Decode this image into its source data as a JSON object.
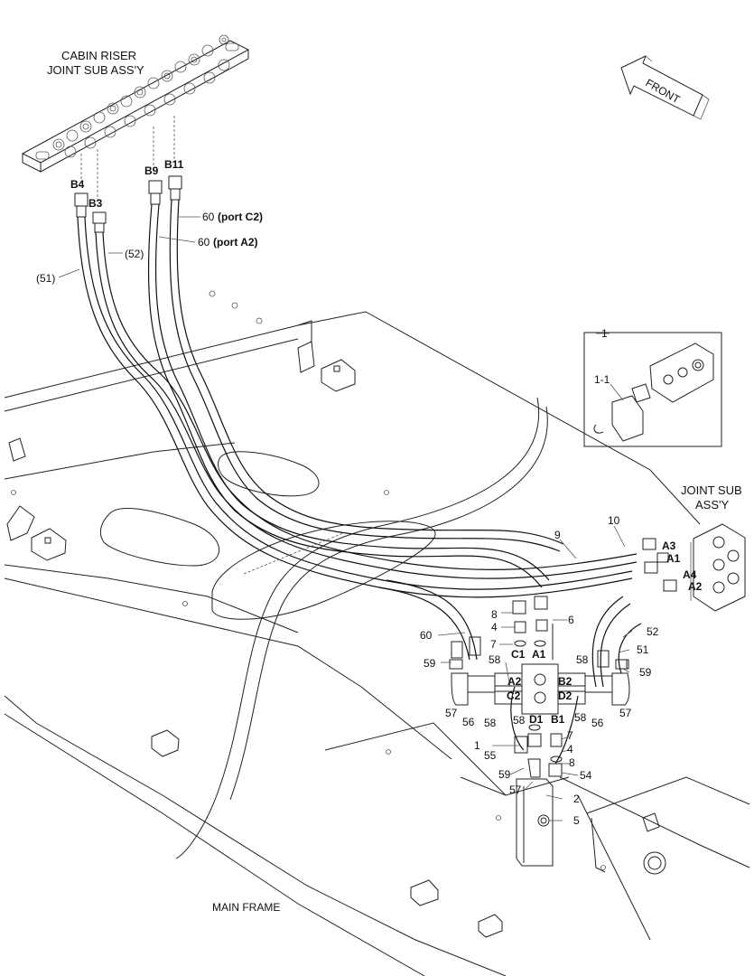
{
  "labels": {
    "cabin_riser": [
      "CABIN RISER",
      "JOINT SUB ASS'Y"
    ],
    "front": "FRONT",
    "main_frame": "MAIN FRAME",
    "joint_sub": [
      "JOINT SUB",
      "ASS'Y"
    ],
    "b4": "B4",
    "b3": "B3",
    "b9": "B9",
    "b11": "B11",
    "p60_c2": "60",
    "port_c2": "(port C2)",
    "p60_a2": "60",
    "port_a2": "(port A2)",
    "p51_ref": "(51)",
    "p52_ref": "(52)",
    "inset_1": "1",
    "inset_1_1": "1-1",
    "a3": "A3",
    "a1_r": "A1",
    "a4": "A4",
    "a2_r": "A2",
    "n9": "9",
    "n10": "10",
    "n8_top": "8",
    "n4_top": "4",
    "n7_top": "7",
    "n6": "6",
    "n60_mid": "60",
    "n59_l": "59",
    "n57_l": "57",
    "n56_l": "56",
    "n58_l1": "58",
    "n58_l2": "58",
    "c1": "C1",
    "a1_c": "A1",
    "a2_c": "A2",
    "c2": "C2",
    "b2": "B2",
    "d2": "D2",
    "n1_c": "1",
    "n55": "55",
    "n59_b": "59",
    "n57_b": "57",
    "n58_d1": "58",
    "d1": "D1",
    "b1": "B1",
    "n7_b": "7",
    "n4_b": "4",
    "n8_b": "8",
    "n54": "54",
    "n2": "2",
    "n5": "5",
    "n52_r": "52",
    "n51_r": "51",
    "n58_r1": "58",
    "n59_r": "59",
    "n57_r": "57",
    "n56_r": "56",
    "n58_r2": "58"
  }
}
